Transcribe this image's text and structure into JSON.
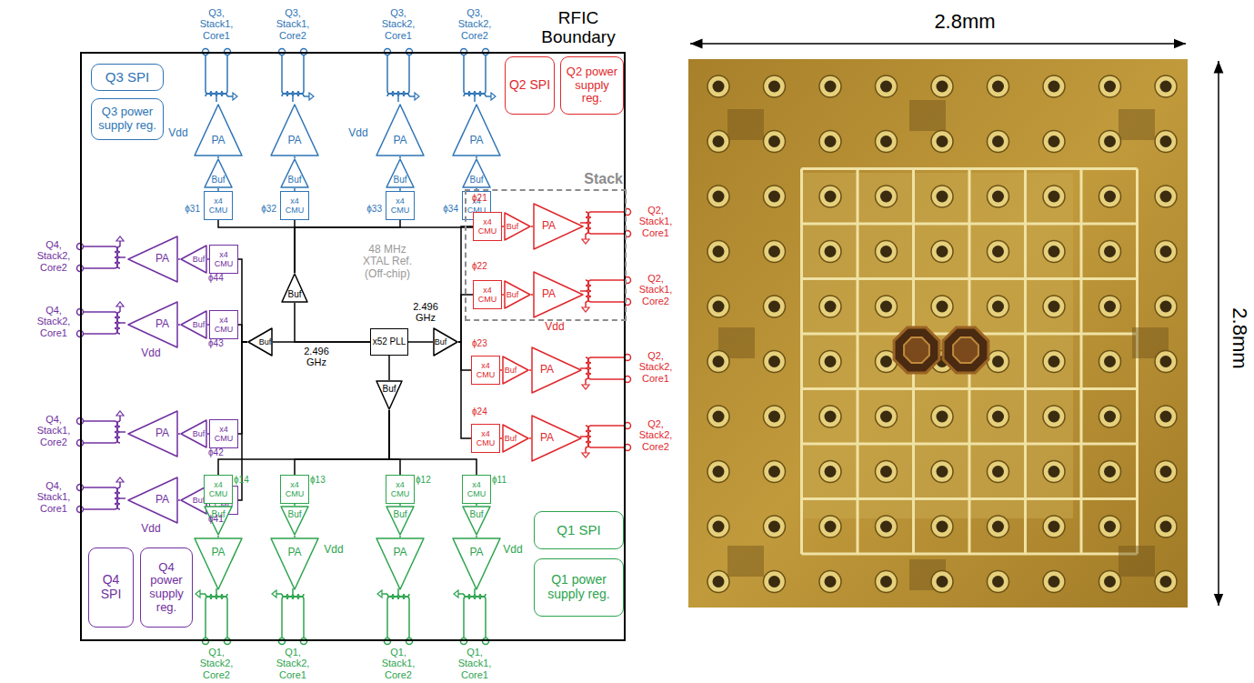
{
  "diagram": {
    "nodes": [
      {
        "text": [
          "RFIC Boundary"
        ]
      },
      {
        "text": [
          "Q3 SPI"
        ],
        "in": 0
      },
      {
        "text": [
          "Q3 power supply reg."
        ],
        "in": 0
      },
      {
        "text": [
          "Q2 SPI"
        ],
        "in": 0
      },
      {
        "text": [
          "Q2 power supply reg."
        ],
        "in": 0
      },
      {
        "text": [
          "PA"
        ],
        "in": 0
      },
      {
        "text": [
          "Buf"
        ],
        "in": 0
      },
      {
        "text": [
          "x4 CMU"
        ],
        "in": 0
      },
      {
        "text": [
          "PA"
        ],
        "in": 0
      },
      {
        "text": [
          "Buf"
        ],
        "in": 0
      },
      {
        "text": [
          "x4 CMU"
        ],
        "in": 0
      },
      {
        "text": [
          "PA"
        ],
        "in": 0
      },
      {
        "text": [
          "Buf"
        ],
        "in": 0
      },
      {
        "text": [
          "x4 CMU"
        ],
        "in": 0
      },
      {
        "text": [
          "PA"
        ],
        "in": 0
      },
      {
        "text": [
          "Buf"
        ],
        "in": 0
      },
      {
        "text": [
          "x4 CMU"
        ],
        "in": 0
      },
      {
        "text": [
          "Stack"
        ],
        "in": 0
      },
      {
        "text": [
          "x4 CMU"
        ],
        "in": 17
      },
      {
        "text": [
          "Buf"
        ],
        "in": 17
      },
      {
        "text": [
          "PA"
        ],
        "in": 17
      },
      {
        "text": [
          "x4 CMU"
        ],
        "in": 17
      },
      {
        "text": [
          "Buf"
        ],
        "in": 17
      },
      {
        "text": [
          "PA"
        ],
        "in": 17
      },
      {
        "text": [
          "x4 CMU"
        ],
        "in": 0
      },
      {
        "text": [
          "Buf"
        ],
        "in": 0
      },
      {
        "text": [
          "PA"
        ],
        "in": 0
      },
      {
        "text": [
          "x4 CMU"
        ],
        "in": 0
      },
      {
        "text": [
          "Buf"
        ],
        "in": 0
      },
      {
        "text": [
          "PA"
        ],
        "in": 0
      },
      {
        "text": [
          "PA"
        ],
        "in": 0
      },
      {
        "text": [
          "Buf"
        ],
        "in": 0
      },
      {
        "text": [
          "x4 CMU"
        ],
        "in": 0
      },
      {
        "text": [
          "PA"
        ],
        "in": 0
      },
      {
        "text": [
          "Buf"
        ],
        "in": 0
      },
      {
        "text": [
          "x4 CMU"
        ],
        "in": 0
      },
      {
        "text": [
          "PA"
        ],
        "in": 0
      },
      {
        "text": [
          "Buf"
        ],
        "in": 0
      },
      {
        "text": [
          "x4 CMU"
        ],
        "in": 0
      },
      {
        "text": [
          "PA"
        ],
        "in": 0
      },
      {
        "text": [
          "Buf"
        ],
        "in": 0
      },
      {
        "text": [
          "x4 CMU"
        ],
        "in": 0
      },
      {
        "text": [
          "Buf"
        ],
        "in": 0
      },
      {
        "text": [
          "Buf"
        ],
        "in": 0
      },
      {
        "text": [
          "x52 PLL"
        ],
        "in": 0
      },
      {
        "text": [
          "Buf"
        ],
        "in": 0
      },
      {
        "text": [
          "Buf"
        ],
        "in": 0
      },
      {
        "text": [
          "x4 CMU"
        ],
        "in": 0
      },
      {
        "text": [
          "Buf"
        ],
        "in": 0
      },
      {
        "text": [
          "PA"
        ],
        "in": 0
      },
      {
        "text": [
          "x4 CMU"
        ],
        "in": 0
      },
      {
        "text": [
          "Buf"
        ],
        "in": 0
      },
      {
        "text": [
          "PA"
        ],
        "in": 0
      },
      {
        "text": [
          "x4 CMU"
        ],
        "in": 0
      },
      {
        "text": [
          "Buf"
        ],
        "in": 0
      },
      {
        "text": [
          "PA"
        ],
        "in": 0
      },
      {
        "text": [
          "x4 CMU"
        ],
        "in": 0
      },
      {
        "text": [
          "Buf"
        ],
        "in": 0
      },
      {
        "text": [
          "PA"
        ],
        "in": 0
      },
      {
        "text": [
          "Q4 SPI"
        ],
        "in": 0
      },
      {
        "text": [
          "Q4 power supply reg."
        ],
        "in": 0
      },
      {
        "text": [
          "Q1 SPI"
        ],
        "in": 0
      },
      {
        "text": [
          "Q1 power supply reg."
        ],
        "in": 0
      }
    ],
    "edges": [
      {
        "from": 44,
        "to": 42,
        "arrow": "none"
      },
      {
        "from": 44,
        "to": 43,
        "arrow": "none"
      },
      {
        "from": 44,
        "to": 45,
        "arrow": "none"
      },
      {
        "from": 44,
        "to": 46,
        "arrow": "none"
      },
      {
        "from": 42,
        "to": 7,
        "arrow": "none"
      },
      {
        "from": 42,
        "to": 10,
        "arrow": "none"
      },
      {
        "from": 42,
        "to": 13,
        "arrow": "none"
      },
      {
        "from": 42,
        "to": 16,
        "arrow": "none"
      },
      {
        "from": 43,
        "to": 32,
        "arrow": "none"
      },
      {
        "from": 43,
        "to": 35,
        "arrow": "none"
      },
      {
        "from": 43,
        "to": 38,
        "arrow": "none"
      },
      {
        "from": 43,
        "to": 41,
        "arrow": "none"
      },
      {
        "from": 45,
        "to": 18,
        "arrow": "none"
      },
      {
        "from": 45,
        "to": 21,
        "arrow": "none"
      },
      {
        "from": 45,
        "to": 24,
        "arrow": "none"
      },
      {
        "from": 45,
        "to": 27,
        "arrow": "none"
      },
      {
        "from": 46,
        "to": 47,
        "arrow": "none"
      },
      {
        "from": 46,
        "to": 50,
        "arrow": "none"
      },
      {
        "from": 46,
        "to": 53,
        "arrow": "none"
      },
      {
        "from": 46,
        "to": 56,
        "arrow": "none"
      },
      {
        "from": 7,
        "to": 6,
        "arrow": "none"
      },
      {
        "from": 6,
        "to": 5,
        "arrow": "none"
      },
      {
        "from": 10,
        "to": 9,
        "arrow": "none"
      },
      {
        "from": 9,
        "to": 8,
        "arrow": "none"
      },
      {
        "from": 13,
        "to": 12,
        "arrow": "none"
      },
      {
        "from": 12,
        "to": 11,
        "arrow": "none"
      },
      {
        "from": 16,
        "to": 15,
        "arrow": "none"
      },
      {
        "from": 15,
        "to": 14,
        "arrow": "none"
      },
      {
        "from": 18,
        "to": 19,
        "arrow": "none"
      },
      {
        "from": 19,
        "to": 20,
        "arrow": "none"
      },
      {
        "from": 21,
        "to": 22,
        "arrow": "none"
      },
      {
        "from": 22,
        "to": 23,
        "arrow": "none"
      },
      {
        "from": 24,
        "to": 25,
        "arrow": "none"
      },
      {
        "from": 25,
        "to": 26,
        "arrow": "none"
      },
      {
        "from": 27,
        "to": 28,
        "arrow": "none"
      },
      {
        "from": 28,
        "to": 29,
        "arrow": "none"
      },
      {
        "from": 32,
        "to": 31,
        "arrow": "none"
      },
      {
        "from": 31,
        "to": 30,
        "arrow": "none"
      },
      {
        "from": 35,
        "to": 34,
        "arrow": "none"
      },
      {
        "from": 34,
        "to": 33,
        "arrow": "none"
      },
      {
        "from": 38,
        "to": 37,
        "arrow": "none"
      },
      {
        "from": 37,
        "to": 36,
        "arrow": "none"
      },
      {
        "from": 41,
        "to": 40,
        "arrow": "none"
      },
      {
        "from": 40,
        "to": 39,
        "arrow": "none"
      },
      {
        "from": 47,
        "to": 48,
        "arrow": "none"
      },
      {
        "from": 48,
        "to": 49,
        "arrow": "none"
      },
      {
        "from": 50,
        "to": 51,
        "arrow": "none"
      },
      {
        "from": 51,
        "to": 52,
        "arrow": "none"
      },
      {
        "from": 53,
        "to": 54,
        "arrow": "none"
      },
      {
        "from": 54,
        "to": 55,
        "arrow": "none"
      },
      {
        "from": 56,
        "to": 57,
        "arrow": "none"
      },
      {
        "from": 57,
        "to": 58,
        "arrow": "none"
      }
    ],
    "labels": [
      "Q3, Stack1, Core1",
      "Q3, Stack1, Core2",
      "Q3, Stack2, Core1",
      "Q3, Stack2, Core2",
      "ϕ31",
      "ϕ32",
      "ϕ33",
      "ϕ34",
      "Vdd",
      "Vdd",
      "Q2, Stack1, Core1",
      "Q2, Stack1, Core2",
      "Q2, Stack2, Core1",
      "Q2, Stack2, Core2",
      "ϕ21",
      "ϕ22",
      "ϕ23",
      "ϕ24",
      "Vdd",
      "Q4, Stack2, Core2",
      "Q4, Stack2, Core1",
      "Q4, Stack1, Core2",
      "Q4, Stack1, Core1",
      "ϕ44",
      "ϕ43",
      "ϕ42",
      "ϕ41",
      "Vdd",
      "Vdd",
      "48 MHz XTAL Ref. (Off-chip)",
      "2.496 GHz",
      "2.496 GHz",
      "Q1, Stack2, Core2",
      "Q1, Stack2, Core1",
      "Q1, Stack1, Core2",
      "Q1, Stack1, Core1",
      "ϕ14",
      "ϕ13",
      "ϕ12",
      "ϕ11",
      "Vdd",
      "Vdd",
      "2.8mm",
      "2.8mm"
    ]
  }
}
